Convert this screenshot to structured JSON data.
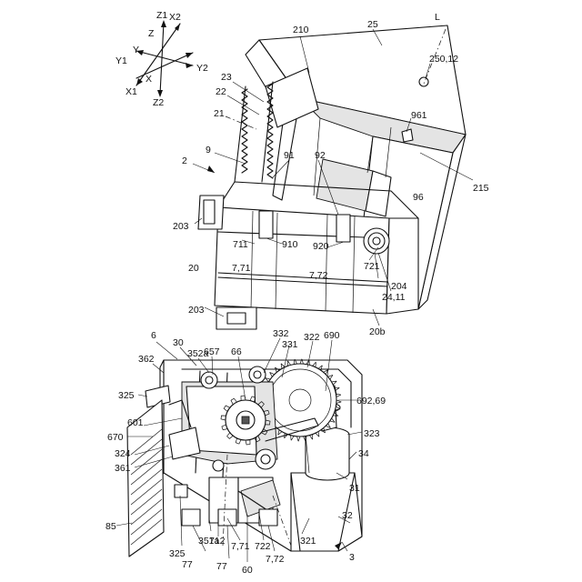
{
  "axes": {
    "z1": "Z1",
    "x2": "X2",
    "z": "Z",
    "y": "Y",
    "y1": "Y1",
    "y2": "Y2",
    "x": "X",
    "x1": "X1",
    "z2": "Z2"
  },
  "labels": {
    "l210": "210",
    "l25": "25",
    "lL": "L",
    "l250_12": "250,12",
    "l23": "23",
    "l22": "22",
    "l21": "21",
    "l961": "961",
    "l9": "9",
    "l91": "91",
    "l92": "92",
    "l2": "2",
    "l215": "215",
    "l96": "96",
    "l203a": "203",
    "l711": "711",
    "l910": "910",
    "l920": "920",
    "l20": "20",
    "l7_71": "7,71",
    "l7_72": "7,72",
    "l721": "721",
    "l204": "204",
    "l24_11": "24,11",
    "l203b": "203",
    "l20b": "20b",
    "l6": "6",
    "l30": "30",
    "l352a": "352a",
    "l657": "657",
    "l66": "66",
    "l332": "332",
    "l331": "331",
    "l322": "322",
    "l690": "690",
    "l362": "362",
    "l325a": "325",
    "l692_69": "692,69",
    "l670": "670",
    "l601": "601",
    "l323": "323",
    "l324": "324",
    "l361": "361",
    "l34": "34",
    "l31": "31",
    "l85": "85",
    "l32": "32",
    "l325b": "325",
    "l351a": "351a",
    "l77a": "77",
    "l712": "712",
    "l7_71b": "7,71",
    "l77b": "77",
    "l60": "60",
    "l722": "722",
    "l7_72b": "7,72",
    "l321": "321",
    "l3": "3"
  }
}
